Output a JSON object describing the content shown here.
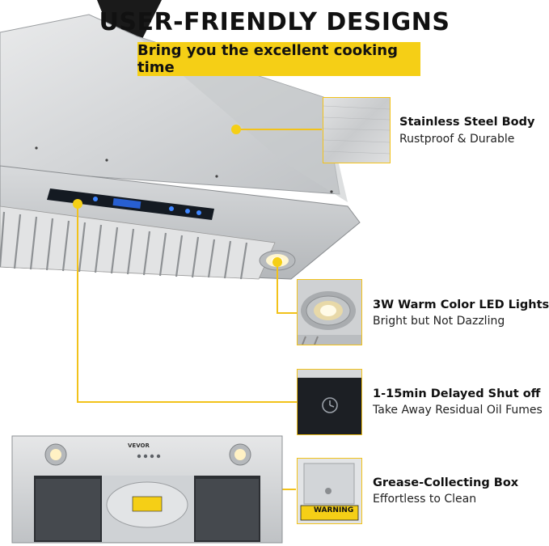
{
  "header": {
    "title": "USER-FRIENDLY DESIGNS",
    "subtitle": "Bring you the excellent cooking time"
  },
  "features": [
    {
      "title": "Stainless Steel Body",
      "subtitle": "Rustproof & Durable",
      "icon": "steel-texture"
    },
    {
      "title": "3W Warm Color LED Lights",
      "subtitle": "Bright but Not Dazzling",
      "icon": "led-light"
    },
    {
      "title": "1-15min Delayed Shut off",
      "subtitle": "Take Away Residual Oil Fumes",
      "icon": "clock-button"
    },
    {
      "title": "Grease-Collecting Box",
      "subtitle": "Effortless to Clean",
      "icon": "grease-box"
    }
  ],
  "product": {
    "brand": "VEVOR",
    "warning_label": "WARNING"
  },
  "colors": {
    "accent": "#f5cf16",
    "steel": "#cfd1d3",
    "panel": "#141a22",
    "display": "#2b6cf0"
  }
}
